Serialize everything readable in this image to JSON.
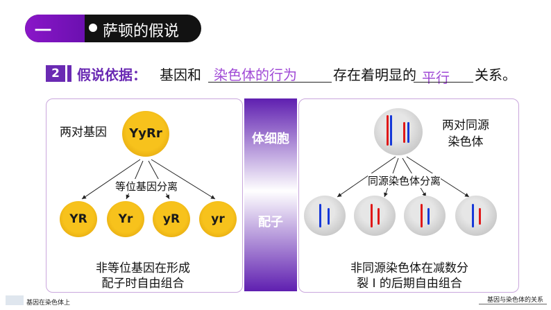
{
  "title": {
    "number": "一",
    "text": "萨顿的假说"
  },
  "hypothesis": {
    "badge": "2",
    "label": "假说依据：",
    "part1": "基因和",
    "blank1": "染色体的行为",
    "part2": "存在着明显的",
    "blank2": "平行",
    "part3": "关系。"
  },
  "left_panel": {
    "title": "两对基因",
    "parent": "YyRr",
    "relation": "等位基因分离",
    "gametes": [
      "YR",
      "Yr",
      "yR",
      "yr"
    ],
    "caption_line1": "非等位基因在形成",
    "caption_line2": "配子时自由组合"
  },
  "middle_bar": {
    "top_label": "体细胞",
    "bottom_label": "配子"
  },
  "right_panel": {
    "title_line1": "两对同源",
    "title_line2": "染色体",
    "relation": "同源染色体分离",
    "caption_line1": "非同源染色体在减数分",
    "caption_line2": "裂 I 的后期自由组合"
  },
  "footer": {
    "left": "基因在染色体上",
    "right": "基因与染色体的关系"
  },
  "colors": {
    "accent": "#6a2ab3",
    "fill_text": "#a04ad6",
    "gold": "#f7c21c",
    "red": "#e01818",
    "blue": "#1638d8"
  }
}
